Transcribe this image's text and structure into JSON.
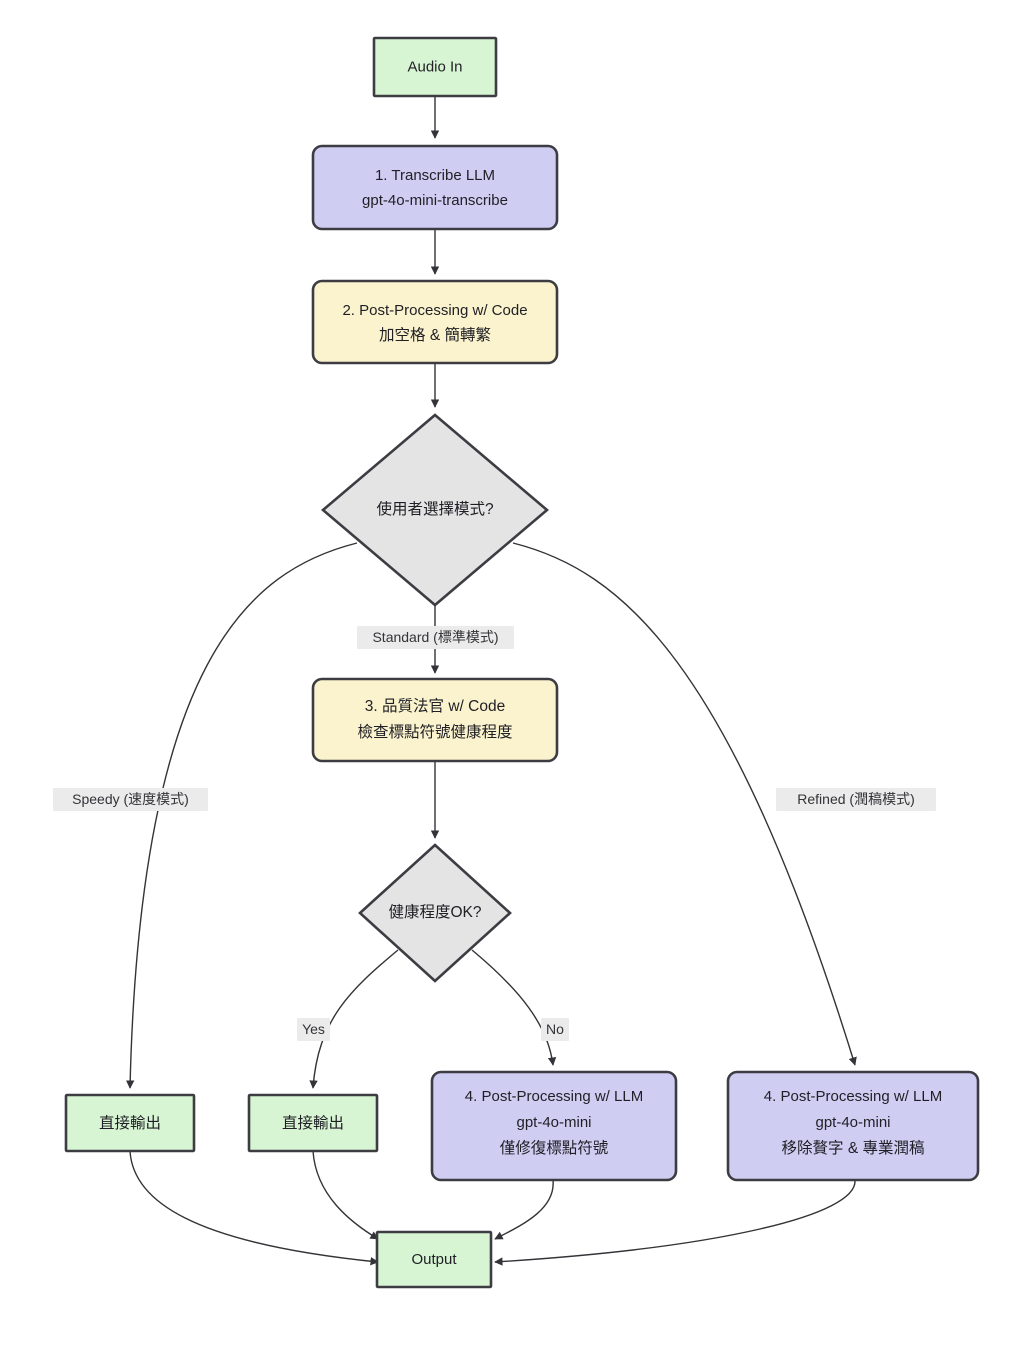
{
  "diagram": {
    "type": "flowchart",
    "orientation": "top-to-bottom",
    "title": "Audio transcription pipeline flowchart",
    "colors": {
      "green_fill": "#d8f5d3",
      "green_stroke": "#3c3c42",
      "purple_fill": "#d0cdf2",
      "purple_stroke": "#3c3c42",
      "yellow_fill": "#faf3cd",
      "yellow_stroke": "#3c3c42",
      "gray_fill": "#e4e4e4",
      "gray_stroke": "#3c3c42",
      "edge_stroke": "#333338",
      "label_bg": "#ebebeb",
      "text": "#1f1f25"
    },
    "nodes": [
      {
        "id": "audio_in",
        "shape": "rect",
        "style": "green",
        "lines": [
          "Audio In"
        ]
      },
      {
        "id": "transcribe",
        "shape": "rounded-rect",
        "style": "purple",
        "lines": [
          "1. Transcribe LLM",
          "gpt-4o-mini-transcribe"
        ]
      },
      {
        "id": "post_code",
        "shape": "rounded-rect",
        "style": "yellow",
        "lines": [
          "2. Post-Processing w/ Code",
          "加空格 & 簡轉繁"
        ]
      },
      {
        "id": "mode_choice",
        "shape": "diamond",
        "style": "gray",
        "lines": [
          "使用者選擇模式?"
        ]
      },
      {
        "id": "quality_judge",
        "shape": "rounded-rect",
        "style": "yellow",
        "lines": [
          "3. 品質法官 w/ Code",
          "檢查標點符號健康程度"
        ]
      },
      {
        "id": "health_ok",
        "shape": "diamond",
        "style": "gray",
        "lines": [
          "健康程度OK?"
        ]
      },
      {
        "id": "direct_out_speedy",
        "shape": "rect",
        "style": "green",
        "lines": [
          "直接輸出"
        ]
      },
      {
        "id": "direct_out_yes",
        "shape": "rect",
        "style": "green",
        "lines": [
          "直接輸出"
        ]
      },
      {
        "id": "post_llm_fix",
        "shape": "rounded-rect",
        "style": "purple",
        "lines": [
          "4. Post-Processing w/ LLM",
          "gpt-4o-mini",
          "僅修復標點符號"
        ]
      },
      {
        "id": "post_llm_refine",
        "shape": "rounded-rect",
        "style": "purple",
        "lines": [
          "4. Post-Processing w/ LLM",
          "gpt-4o-mini",
          "移除贅字 & 專業潤稿"
        ]
      },
      {
        "id": "output",
        "shape": "rect",
        "style": "green",
        "lines": [
          "Output"
        ]
      }
    ],
    "edges": [
      {
        "from": "audio_in",
        "to": "transcribe",
        "label": ""
      },
      {
        "from": "transcribe",
        "to": "post_code",
        "label": ""
      },
      {
        "from": "post_code",
        "to": "mode_choice",
        "label": ""
      },
      {
        "from": "mode_choice",
        "to": "direct_out_speedy",
        "label": "Speedy (速度模式)"
      },
      {
        "from": "mode_choice",
        "to": "quality_judge",
        "label": "Standard (標準模式)"
      },
      {
        "from": "mode_choice",
        "to": "post_llm_refine",
        "label": "Refined (潤稿模式)"
      },
      {
        "from": "quality_judge",
        "to": "health_ok",
        "label": ""
      },
      {
        "from": "health_ok",
        "to": "direct_out_yes",
        "label": "Yes"
      },
      {
        "from": "health_ok",
        "to": "post_llm_fix",
        "label": "No"
      },
      {
        "from": "direct_out_speedy",
        "to": "output",
        "label": ""
      },
      {
        "from": "direct_out_yes",
        "to": "output",
        "label": ""
      },
      {
        "from": "post_llm_fix",
        "to": "output",
        "label": ""
      },
      {
        "from": "post_llm_refine",
        "to": "output",
        "label": ""
      }
    ],
    "edge_labels": {
      "speedy": "Speedy (速度模式)",
      "standard": "Standard (標準模式)",
      "refined": "Refined (潤稿模式)",
      "yes": "Yes",
      "no": "No"
    }
  }
}
